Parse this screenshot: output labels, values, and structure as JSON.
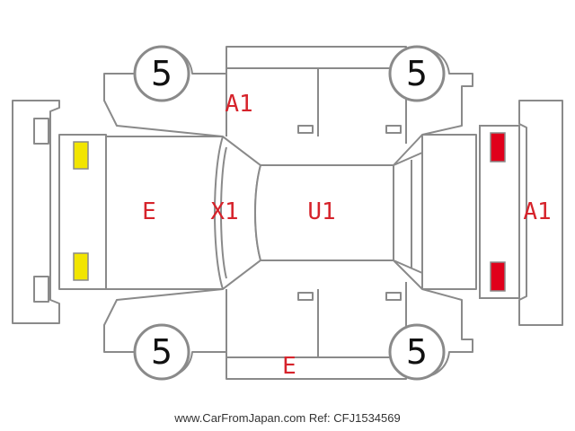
{
  "legend": {
    "lamp_yellow": "#f2e500",
    "lamp_red": "#e0001b",
    "code_color": "#d6232b"
  },
  "wheels": {
    "front_left": "5",
    "rear_left": "5",
    "front_right": "5",
    "rear_right": "5"
  },
  "damage_codes": {
    "upper_rear_door": "A1",
    "hood": "E",
    "windshield": "X1",
    "roof": "U1",
    "rear_bumper": "A1",
    "lower_sill": "E"
  },
  "footer": {
    "site": "www.CarFromJapan.com",
    "ref_label": "Ref:",
    "ref_value": "CFJ1534569"
  }
}
